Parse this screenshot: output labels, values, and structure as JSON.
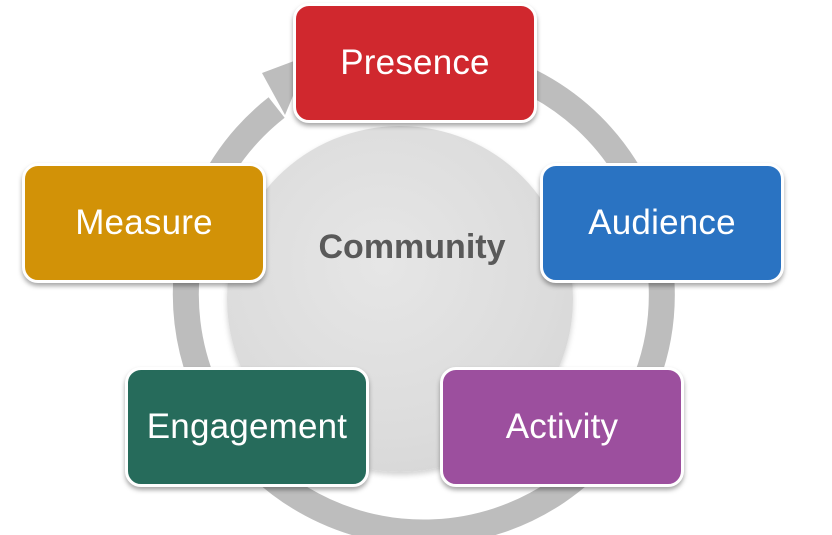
{
  "center": {
    "label": "Community"
  },
  "nodes": [
    {
      "key": "presence",
      "label": "Presence",
      "color": "#d0282e"
    },
    {
      "key": "audience",
      "label": "Audience",
      "color": "#2a73c2"
    },
    {
      "key": "activity",
      "label": "Activity",
      "color": "#9c4f9e"
    },
    {
      "key": "engagement",
      "label": "Engagement",
      "color": "#266b5b"
    },
    {
      "key": "measure",
      "label": "Measure",
      "color": "#d29207"
    }
  ],
  "colors": {
    "cycle_arrow": "#bdbdbd",
    "center_fill": "#dcdcdc",
    "center_text": "#595959"
  }
}
